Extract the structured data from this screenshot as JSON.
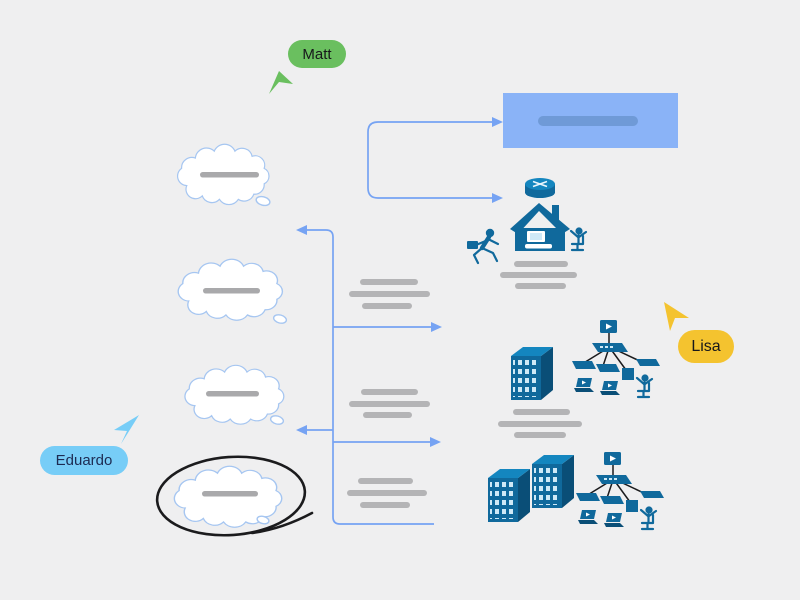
{
  "app": {
    "type": "collaborative-whiteboard-canvas"
  },
  "theme": {
    "bg": "#efeff0",
    "cloud-stroke": "#a6c6f1",
    "cloud-fill": "#ffffff",
    "bar-gray": "#a9a9ab",
    "line-gray": "#b4b4b6",
    "connector": "#76a3f3",
    "rect-fill": "#8ab3f7",
    "rect-bar": "#6f9ad7",
    "icon": "#10699c",
    "icon-dark": "#0a4e77",
    "icon-mid": "#1486bf",
    "icon-light": "#cfe9f7",
    "ink": "#1b1b1d",
    "matt": "#6abf5f",
    "lisa": "#f4c32f",
    "eduardo": "#77cdf7",
    "eduardo-text": "#1d2b52"
  },
  "cursors": {
    "matt": {
      "label": "Matt",
      "color": "#6abf5f"
    },
    "lisa": {
      "label": "Lisa",
      "color": "#f4c32f"
    },
    "eduardo": {
      "label": "Eduardo",
      "color": "#77cdf7"
    }
  },
  "shapes": {
    "rectangle": {
      "kind": "sticky-rectangle",
      "placeholder_lines": 1
    },
    "clouds": {
      "kind": "thought-bubble",
      "count": 4,
      "placeholder_lines_each": 1
    },
    "annotation": {
      "kind": "pen-ellipse-circling",
      "around": "cloud-4"
    }
  },
  "connectors": [
    {
      "name": "bracket-to-rectangle-and-router",
      "arrows": [
        "right-into-rectangle",
        "right-toward-router"
      ]
    },
    {
      "name": "spine-left-arrow-top",
      "arrow": "left"
    },
    {
      "name": "spine-branch-right-upper",
      "arrow": "right"
    },
    {
      "name": "spine-left-arrow-lower",
      "arrow": "left"
    },
    {
      "name": "spine-branch-right-lower",
      "arrow": "right"
    },
    {
      "name": "spine-bottom-elbow",
      "arrow": "none"
    }
  ],
  "text_blocks": [
    {
      "name": "middle-text-block-1",
      "lines": 3
    },
    {
      "name": "middle-text-block-2",
      "lines": 3
    },
    {
      "name": "middle-text-block-3",
      "lines": 3
    },
    {
      "name": "home-office-caption",
      "lines": 3
    },
    {
      "name": "office-caption",
      "lines": 3
    }
  ],
  "icon_clusters": [
    {
      "name": "home-office-cluster",
      "icons": [
        "wireless-router-icon",
        "home-office-house-icon",
        "running-person-icon",
        "seated-worker-icon"
      ]
    },
    {
      "name": "office-building-cluster",
      "icons": [
        "office-building-icon",
        "lan-topology-icon",
        "seated-worker-icon"
      ]
    },
    {
      "name": "campus-cluster",
      "icons": [
        "office-building-icon",
        "office-building-icon",
        "lan-topology-icon",
        "seated-worker-icon"
      ]
    }
  ]
}
